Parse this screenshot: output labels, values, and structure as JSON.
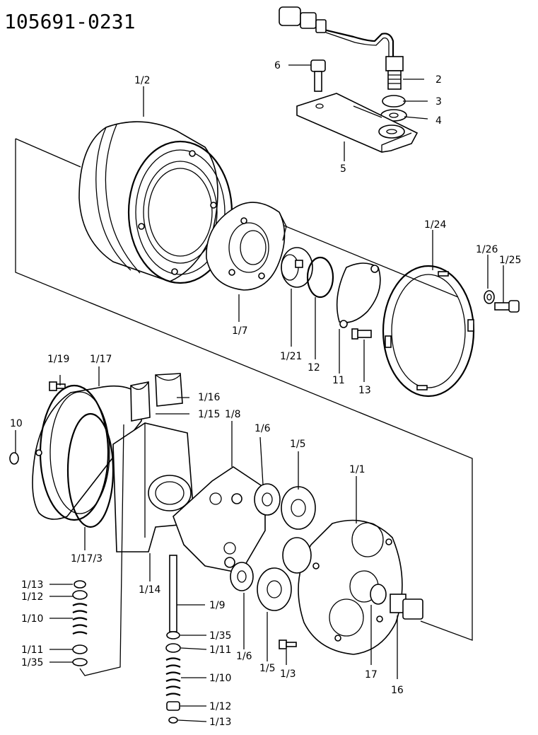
{
  "title": "105691-0231",
  "labels": {
    "p6": "6",
    "p2": "2",
    "p3": "3",
    "p4": "4",
    "p5": "5",
    "p1_2": "1/2",
    "p1_24": "1/24",
    "p1_26": "1/26",
    "p1_25": "1/25",
    "p1_7": "1/7",
    "p1_21": "1/21",
    "p12": "12",
    "p11": "11",
    "p13": "13",
    "p1_19": "1/19",
    "p1_17": "1/17",
    "p1_16": "1/16",
    "p1_15": "1/15",
    "p1_8": "1/8",
    "p1_6a": "1/6",
    "p1_5a": "1/5",
    "p1_1": "1/1",
    "p10": "10",
    "p1_17_3": "1/17/3",
    "p1_14": "1/14",
    "p1_9": "1/9",
    "p1_13a": "1/13",
    "p1_12a": "1/12",
    "p1_10a": "1/10",
    "p1_11a": "1/11",
    "p1_35a": "1/35",
    "p1_35b": "1/35",
    "p1_11b": "1/11",
    "p1_10b": "1/10",
    "p1_12b": "1/12",
    "p1_13b": "1/13",
    "p1_6b": "1/6",
    "p1_5b": "1/5",
    "p1_3": "1/3",
    "p17": "17",
    "p16": "16"
  }
}
